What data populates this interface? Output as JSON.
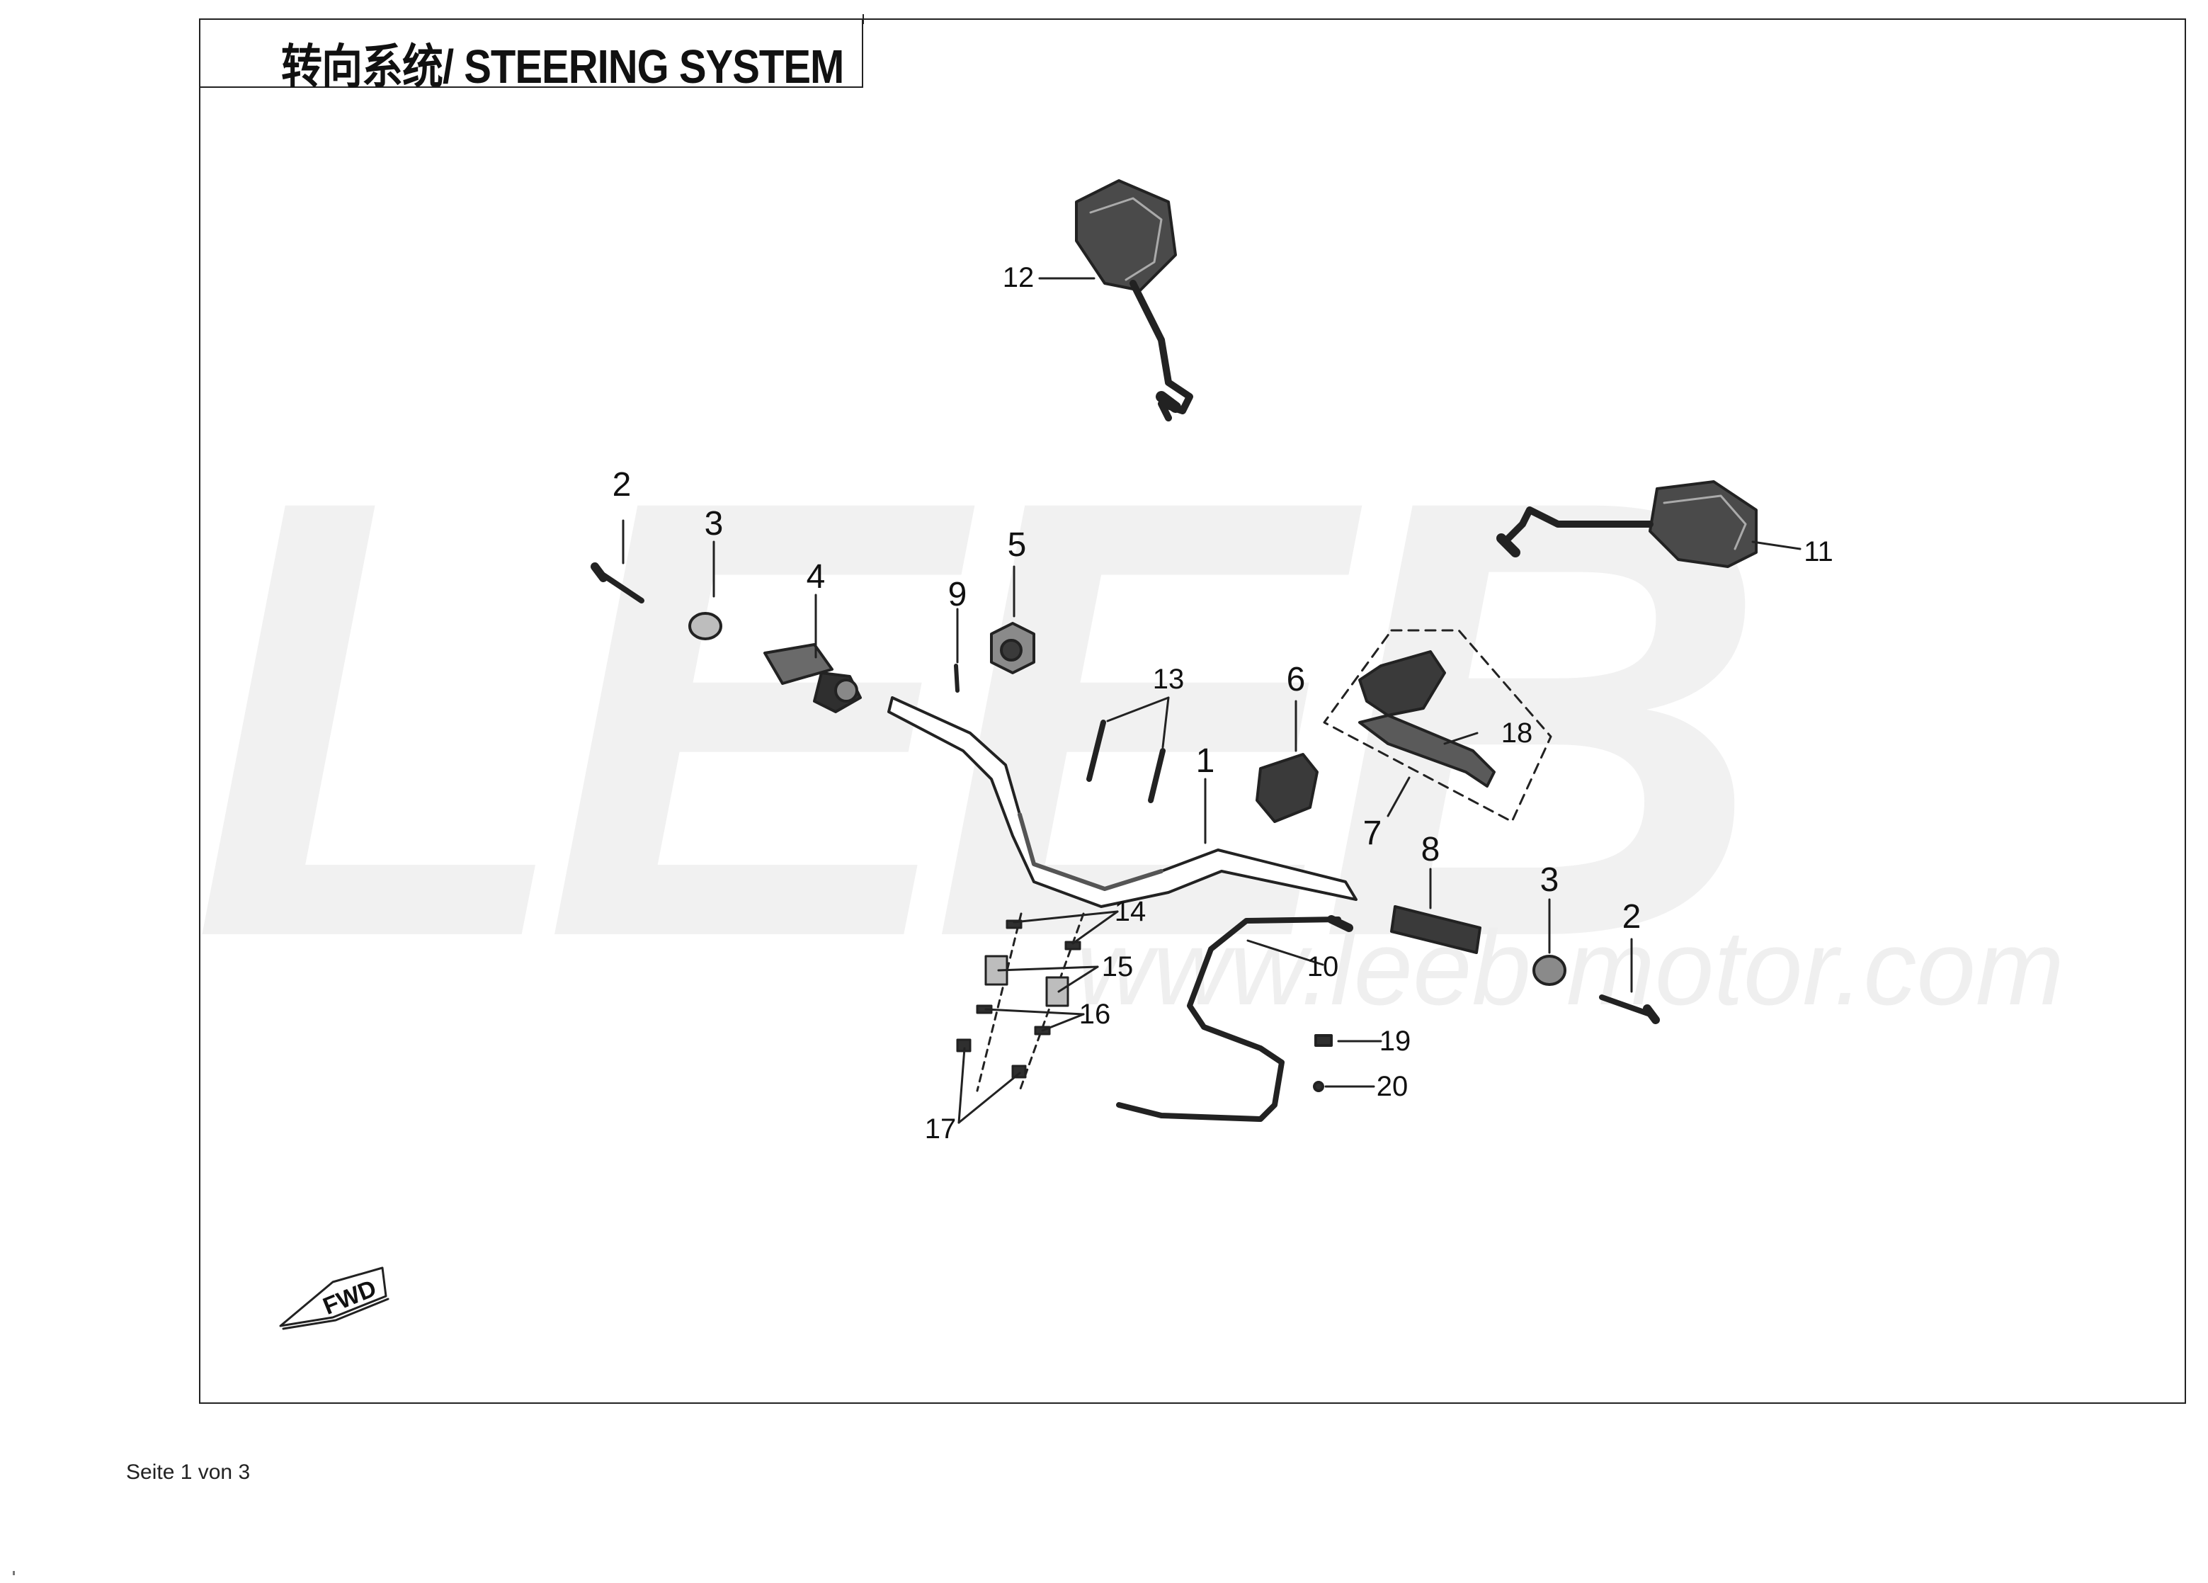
{
  "header": {
    "title": "转向系统/ STEERING SYSTEM"
  },
  "watermark": {
    "logo": "LEEB",
    "url": "www.leeb-motor.com"
  },
  "footer": {
    "page_label": "Seite 1 von 3"
  },
  "fwd_label": "FWD",
  "callouts": [
    "1",
    "2",
    "3",
    "4",
    "5",
    "6",
    "7",
    "8",
    "9",
    "10",
    "11",
    "12",
    "13",
    "14",
    "15",
    "16",
    "17",
    "18",
    "19",
    "20"
  ],
  "colors": {
    "line": "#222222",
    "part_dark": "#2f2f2f",
    "part_mid": "#6a6a6a",
    "part_light": "#bdbdbd",
    "watermark": "#f1f1f1"
  }
}
